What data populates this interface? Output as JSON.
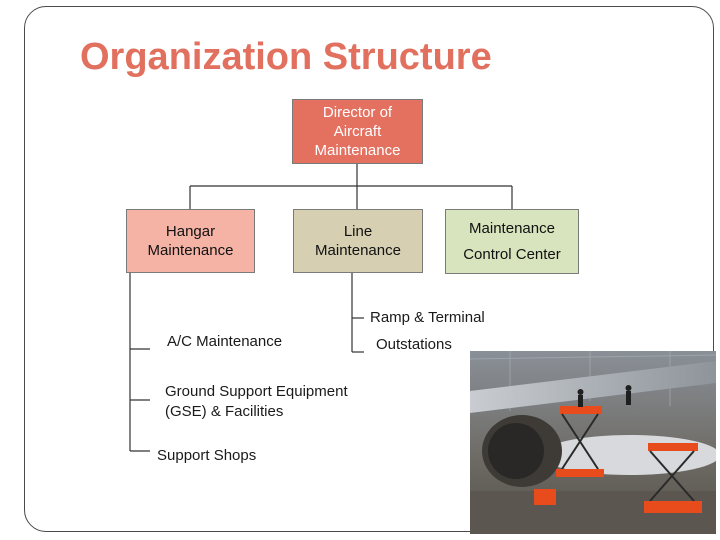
{
  "slide": {
    "title": "Organization Structure"
  },
  "org_chart": {
    "director": {
      "lines": [
        "Director of",
        "Aircraft",
        "Maintenance"
      ]
    },
    "hangar": {
      "lines": [
        "Hangar",
        "Maintenance"
      ],
      "children": [
        "A/C Maintenance",
        "Ground Support Equipment",
        "(GSE) & Facilities",
        "Support Shops"
      ]
    },
    "line": {
      "lines": [
        "Line",
        "Maintenance"
      ],
      "children": [
        "Ramp & Terminal",
        "Outstations"
      ]
    },
    "mcc": {
      "lines": [
        "Maintenance",
        "Control Center"
      ]
    }
  },
  "colors": {
    "title": "#e2705f",
    "director_fill": "#e47060",
    "hangar_fill": "#f5b3a6",
    "line_fill": "#d6cfb2",
    "mcc_fill": "#d8e4bd"
  },
  "photo": {
    "subject": "aircraft-in-hangar-with-scissor-lifts"
  }
}
